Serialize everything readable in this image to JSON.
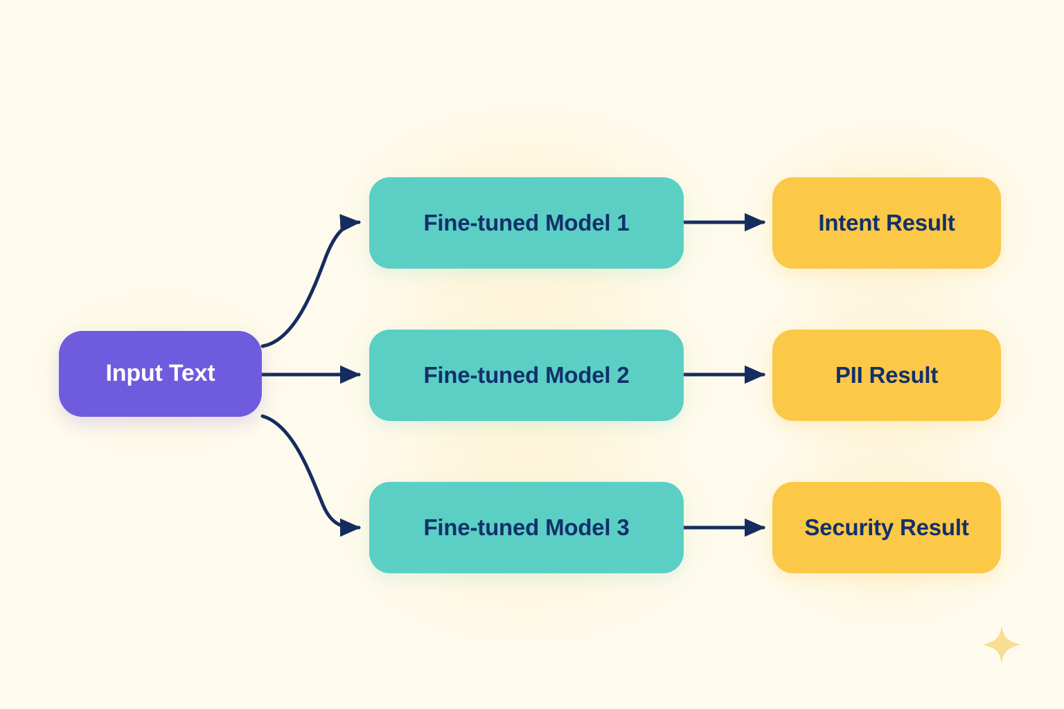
{
  "diagram": {
    "type": "flowchart",
    "orientation": "left-to-right",
    "background_color": "#FEFBEE",
    "edge_color": "#152C5E",
    "input": {
      "label": "Input Text",
      "fill": "#6E5BDD",
      "text_color": "#FFFFFF"
    },
    "models": [
      {
        "label": "Fine-tuned Model 1",
        "fill": "#5BCFC4",
        "text_color": "#12306B"
      },
      {
        "label": "Fine-tuned Model 2",
        "fill": "#5BCFC4",
        "text_color": "#12306B"
      },
      {
        "label": "Fine-tuned Model 3",
        "fill": "#5BCFC4",
        "text_color": "#12306B"
      }
    ],
    "results": [
      {
        "label": "Intent Result",
        "fill": "#FBC847",
        "text_color": "#12306B"
      },
      {
        "label": "PII Result",
        "fill": "#FBC847",
        "text_color": "#12306B"
      },
      {
        "label": "Security Result",
        "fill": "#FBC847",
        "text_color": "#12306B"
      }
    ],
    "decoration": {
      "sparkle_icon": "sparkle-icon",
      "sparkle_color": "#F8DE93"
    }
  }
}
